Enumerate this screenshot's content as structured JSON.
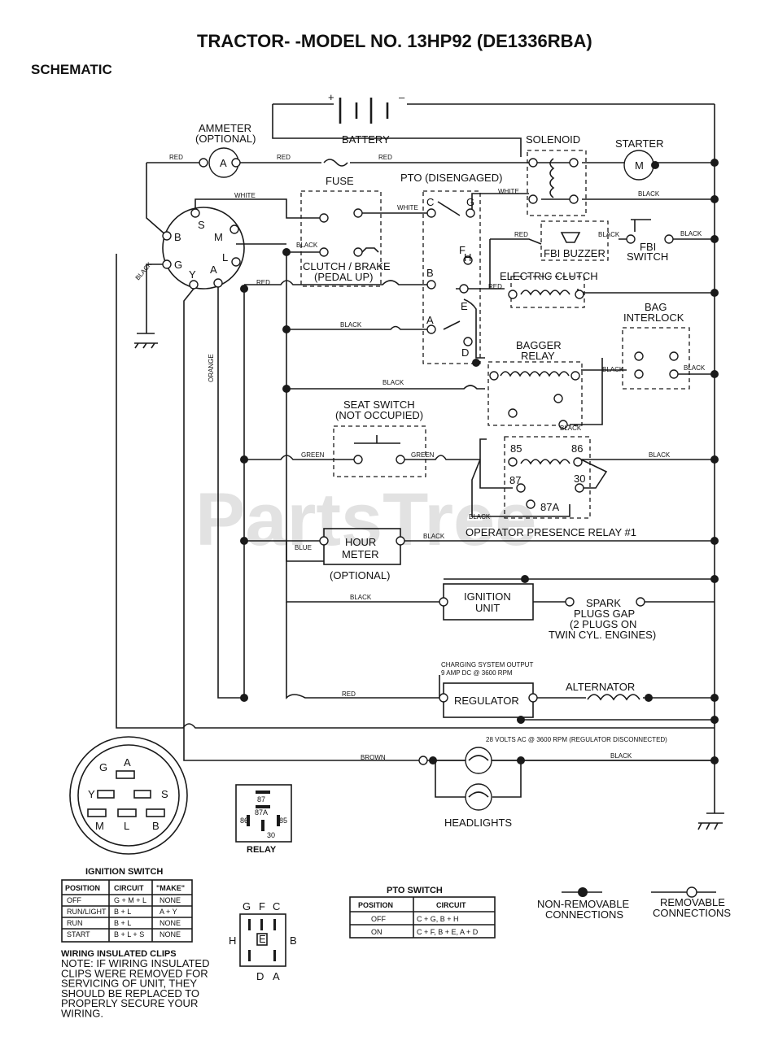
{
  "title": "TRACTOR- -MODEL NO. 13HP92 (DE1336RBA)",
  "subtitle": "SCHEMATIC",
  "watermark": "PartsTree",
  "components": {
    "battery": "BATTERY",
    "battery_plus": "+",
    "battery_minus": "–",
    "ammeter_1": "AMMETER",
    "ammeter_2": "(OPTIONAL)",
    "ammeter_symbol": "A",
    "fuse": "FUSE",
    "pto": "PTO (DISENGAGED)",
    "solenoid": "SOLENOID",
    "starter": "STARTER",
    "starter_symbol": "M",
    "clutch_brake_1": "CLUTCH / BRAKE",
    "clutch_brake_2": "(PEDAL UP)",
    "fbi_buzzer": "FBI BUZZER",
    "fbi_switch_1": "FBI",
    "fbi_switch_2": "SWITCH",
    "electric_clutch": "ELECTRIC CLUTCH",
    "bag_interlock_1": "BAG",
    "bag_interlock_2": "INTERLOCK",
    "bagger_relay_1": "BAGGER",
    "bagger_relay_2": "RELAY",
    "seat_switch_1": "SEAT SWITCH",
    "seat_switch_2": "(NOT OCCUPIED)",
    "operator_relay": "OPERATOR PRESENCE RELAY #1",
    "hour_meter_1": "HOUR",
    "hour_meter_2": "METER",
    "hour_meter_3": "(OPTIONAL)",
    "ignition_unit_1": "IGNITION",
    "ignition_unit_2": "UNIT",
    "spark_1": "SPARK",
    "spark_2": "PLUGS GAP",
    "spark_3": "(2 PLUGS ON",
    "spark_4": "TWIN CYL. ENGINES)",
    "charging_1": "CHARGING SYSTEM OUTPUT",
    "charging_2": "9 AMP DC @ 3600 RPM",
    "regulator": "REGULATOR",
    "alternator": "ALTERNATOR",
    "volts_note": "28 VOLTS AC @ 3600 RPM (REGULATOR DISCONNECTED)",
    "headlights": "HEADLIGHTS"
  },
  "terminals": {
    "ignition": [
      "S",
      "M",
      "B",
      "L",
      "G",
      "Y",
      "A"
    ],
    "pto": [
      "C",
      "G",
      "F",
      "H",
      "B",
      "E",
      "A",
      "D"
    ],
    "relay": [
      "85",
      "86",
      "87",
      "30",
      "87A"
    ]
  },
  "wires": {
    "red": "RED",
    "white": "WHITE",
    "black": "BLACK",
    "green": "GREEN",
    "blue": "BLUE",
    "orange": "ORANGE",
    "brown": "BROWN"
  },
  "ignition_switch": {
    "title": "IGNITION SWITCH",
    "headers": [
      "POSITION",
      "CIRCUIT",
      "\"MAKE\""
    ],
    "rows": [
      [
        "OFF",
        "G + M + L",
        "NONE"
      ],
      [
        "RUN/LIGHT",
        "B + L",
        "A + Y"
      ],
      [
        "RUN",
        "B + L",
        "NONE"
      ],
      [
        "START",
        "B + L + S",
        "NONE"
      ]
    ],
    "diagram_labels": [
      "A",
      "G",
      "Y",
      "S",
      "M",
      "L",
      "B"
    ]
  },
  "relay_diagram": {
    "title": "RELAY",
    "pins": [
      "87",
      "87A",
      "86",
      "85",
      "30"
    ]
  },
  "pto_switch": {
    "title": "PTO SWITCH",
    "headers": [
      "POSITION",
      "CIRCUIT"
    ],
    "rows": [
      [
        "OFF",
        "C + G, B + H"
      ],
      [
        "ON",
        "C + F, B + E, A + D"
      ]
    ],
    "diagram_labels": [
      "G",
      "F",
      "C",
      "H",
      "E",
      "B",
      "D",
      "A"
    ]
  },
  "legend": {
    "non_removable_1": "NON-REMOVABLE",
    "non_removable_2": "CONNECTIONS",
    "removable_1": "REMOVABLE",
    "removable_2": "CONNECTIONS"
  },
  "clips_note": {
    "heading": "WIRING INSULATED CLIPS",
    "lines": [
      "NOTE: IF WIRING INSULATED",
      "CLIPS WERE REMOVED FOR",
      "SERVICING OF UNIT, THEY",
      "SHOULD BE REPLACED TO",
      "PROPERLY SECURE YOUR",
      "WIRING."
    ]
  }
}
